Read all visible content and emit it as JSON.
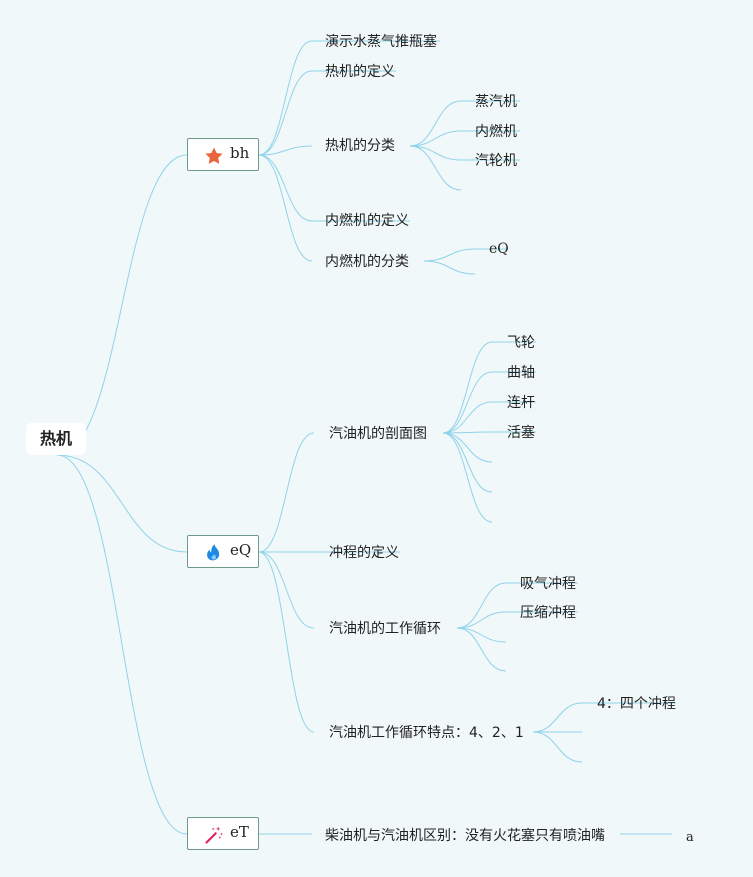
{
  "root": {
    "label": "热机"
  },
  "branches": [
    {
      "label": "bh",
      "icon": "star-icon",
      "children": [
        {
          "label": "演示水蒸气推瓶塞"
        },
        {
          "label": "热机的定义"
        },
        {
          "label": "热机的分类",
          "children": [
            "蒸汽机",
            "内燃机",
            "汽轮机",
            ""
          ]
        },
        {
          "label": "内燃机的定义"
        },
        {
          "label": "内燃机的分类",
          "children": [
            "eQ",
            ""
          ]
        }
      ]
    },
    {
      "label": "eQ",
      "icon": "fire-icon",
      "children": [
        {
          "label": "汽油机的剖面图",
          "children": [
            "飞轮",
            "曲轴",
            "连杆",
            "活塞",
            "",
            "",
            ""
          ]
        },
        {
          "label": "冲程的定义"
        },
        {
          "label": "汽油机的工作循环",
          "children": [
            "吸气冲程",
            "压缩冲程",
            "",
            ""
          ]
        },
        {
          "label": "汽油机工作循环特点：4、2、1",
          "children": [
            "4：四个冲程",
            "",
            ""
          ]
        }
      ]
    },
    {
      "label": "eT",
      "icon": "magic-wand-icon",
      "children": [
        {
          "label": "柴油机与汽油机区别：没有火花塞只有喷油嘴",
          "children": [
            "a"
          ]
        }
      ]
    }
  ],
  "colors": {
    "line": "#8fd3ec",
    "background": "#f1f8f9",
    "branch_border": "#6b9b8a",
    "star": "#e8663d",
    "fire": "#1e88e5",
    "wand": "#e0245e"
  }
}
